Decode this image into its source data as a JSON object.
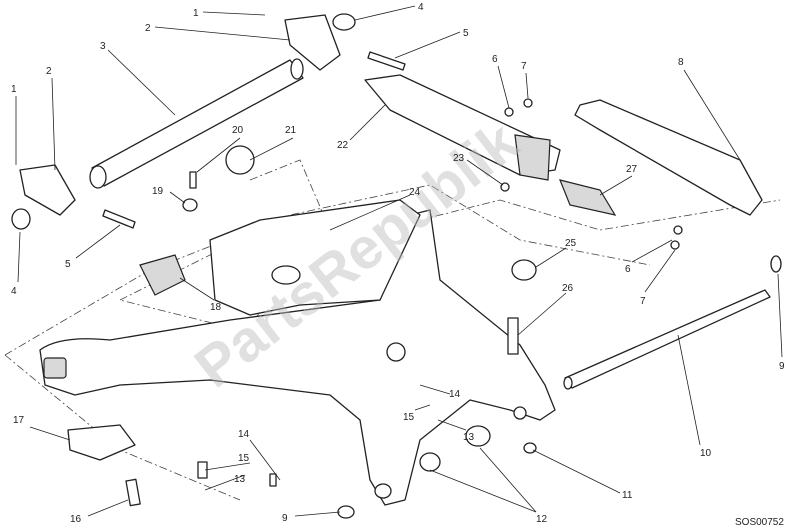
{
  "diagram": {
    "watermark": "PartsRepublik",
    "drawing_code": "SOS00752",
    "callouts": [
      "1",
      "2",
      "3",
      "4",
      "5",
      "6",
      "7",
      "8",
      "1",
      "2",
      "20",
      "21",
      "22",
      "23",
      "27",
      "19",
      "24",
      "5",
      "4",
      "25",
      "18",
      "6",
      "7",
      "26",
      "9",
      "10",
      "17",
      "14",
      "14",
      "15",
      "15",
      "13",
      "13",
      "16",
      "9",
      "12",
      "11"
    ]
  },
  "colors": {
    "line": "#222222",
    "shade": "#d9d9d9",
    "watermark": "#bbbbbb"
  }
}
